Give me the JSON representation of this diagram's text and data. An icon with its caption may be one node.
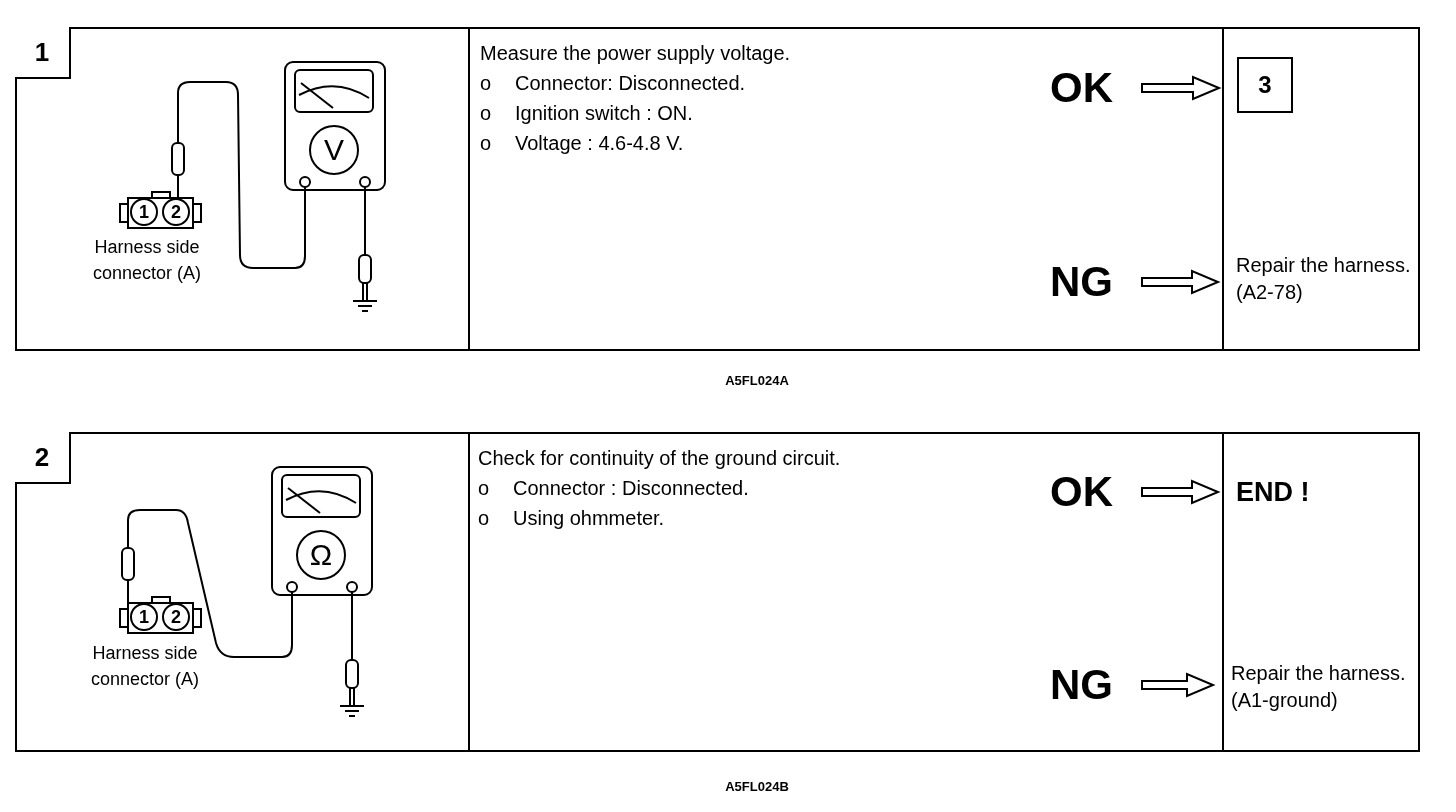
{
  "diagram": {
    "nodes": [
      {
        "text": [
          "1"
        ]
      },
      {
        "text": [
          "OK"
        ]
      },
      {
        "text": [
          "3"
        ]
      },
      {
        "text": [
          "NG"
        ]
      },
      {
        "text": [
          "Repair the harness. (A2-78)"
        ]
      },
      {
        "text": [
          "2"
        ]
      },
      {
        "text": [
          "OK"
        ]
      },
      {
        "text": [
          "END !"
        ]
      },
      {
        "text": [
          "NG"
        ]
      },
      {
        "text": [
          "Repair the harness. (A1-ground)"
        ]
      }
    ],
    "edges": [
      {
        "from": 1,
        "to": 2,
        "arrow": "to"
      },
      {
        "from": 3,
        "to": 4,
        "arrow": "to"
      },
      {
        "from": 6,
        "to": 7,
        "arrow": "to"
      },
      {
        "from": 8,
        "to": 9,
        "arrow": "to"
      }
    ],
    "labels": [
      "1",
      "2",
      "Harness side connector (A)",
      "V",
      "Measure the power supply voltage.",
      "o",
      "Connector: Disconnected.",
      "o",
      "Ignition switch : ON.",
      "o",
      "Voltage : 4.6-4.8 V.",
      "A5FL024A",
      "1",
      "2",
      "Harness side connector (A)",
      "Ω",
      "Check for continuity of the ground circuit.",
      "o",
      "Connector : Disconnected.",
      "o",
      "Using ohmmeter.",
      "A5FL024B"
    ]
  }
}
